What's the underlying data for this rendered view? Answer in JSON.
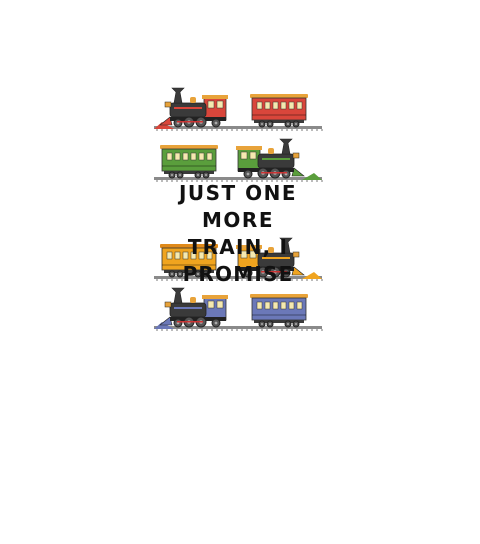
{
  "design": {
    "slogan_line_1": "JUST ONE MORE",
    "slogan_line_2": "TRAIN, I PROMISE"
  },
  "rows": [
    {
      "order": "locomotive-then-coach",
      "coach_color": "#d9463b",
      "coach_roof": "#e8a33a",
      "loco_accent": "#d9463b",
      "rail_color": "#d9463b"
    },
    {
      "order": "coach-then-locomotive",
      "coach_color": "#5a9e3c",
      "coach_roof": "#e8a33a",
      "loco_accent": "#5a9e3c",
      "rail_color": "#5a9e3c"
    },
    {
      "order": "coach-then-locomotive",
      "coach_color": "#f0a41f",
      "coach_roof": "#e08a1a",
      "loco_accent": "#f0a41f",
      "rail_color": "#f0a41f"
    },
    {
      "order": "locomotive-then-coach",
      "coach_color": "#6b78b8",
      "coach_roof": "#e8a33a",
      "loco_accent": "#6b78b8",
      "rail_color": "#6b78b8"
    }
  ],
  "colors": {
    "text": "#111111",
    "iron": "#3a3a3a",
    "rail_base": "#8a8a8a",
    "wheel": "#555555",
    "window": "#f5e9b0"
  }
}
